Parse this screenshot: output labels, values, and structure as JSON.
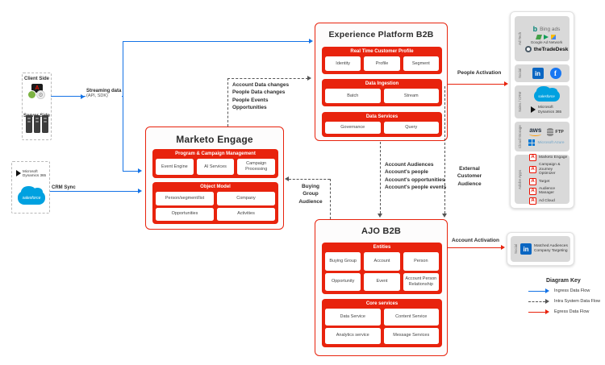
{
  "colors": {
    "red": "#e8230d",
    "blue": "#1473e6",
    "dashed": "#555555",
    "gray_box": "#d9d9d9"
  },
  "left": {
    "client_label": "Client Side",
    "server_label": "Server Side",
    "streaming_label": "Streaming data",
    "streaming_sub": "(API, SDK)",
    "crm_sync_label": "CRM Sync",
    "dynamics_label": "Microsoft Dynamics 365",
    "salesforce_label": "salesforce"
  },
  "marketo": {
    "title": "Marketo Engage",
    "sections": [
      {
        "title": "Program & Campaign Management",
        "chips": [
          "Event Engine",
          "AI Services",
          "Campaign Processing"
        ]
      },
      {
        "title": "Object Model",
        "chips": [
          "Person/segment/list",
          "Company",
          "Opportunities",
          "Activities"
        ]
      }
    ]
  },
  "aep": {
    "title": "Experience Platform B2B",
    "sections": [
      {
        "title": "Real Time Customer Profile",
        "chips": [
          "Identity",
          "Profile",
          "Segment"
        ]
      },
      {
        "title": "Data Ingestion",
        "chips": [
          "Batch",
          "Stream"
        ]
      },
      {
        "title": "Data Services",
        "chips": [
          "Governance",
          "Query"
        ]
      }
    ]
  },
  "ajo": {
    "title": "AJO B2B",
    "sections": [
      {
        "title": "Entities",
        "chips": [
          "Buying Group",
          "Account",
          "Person",
          "Opportunity",
          "Event",
          "Account Person Relationship"
        ]
      },
      {
        "title": "Core services",
        "chips": [
          "Data Service",
          "Content Service",
          "Analytics service",
          "Message Services"
        ]
      }
    ]
  },
  "flows": {
    "marketo_to_aep": [
      "Account Data changes",
      "People Data changes",
      "People Events",
      "Opportunities"
    ],
    "aep_to_ajo": [
      "Account Audiences",
      "Account's people",
      "Account's opportunities",
      "Account's people events"
    ],
    "external_customer": "External Customer Audience",
    "buying_group": "Buying Group Audience",
    "people_activation": "People Activation",
    "account_activation": "Account Activation"
  },
  "sidebar": {
    "groups": [
      {
        "label": "Ad Tech",
        "items": [
          "Bing ads",
          "Google Ad Network",
          "theTradeDesk"
        ]
      },
      {
        "label": "Social",
        "items": [
          "LinkedIn",
          "Facebook"
        ]
      },
      {
        "label": "Sales / CRM",
        "items": [
          "salesforce",
          "Microsoft Dynamics 365"
        ]
      },
      {
        "label": "Cloud Storage",
        "items": [
          "aws",
          "FTP",
          "Microsoft Azure"
        ]
      },
      {
        "label": "Adobe Apps",
        "items": [
          "Marketo Engage",
          "Campaign & Journey Optimizer",
          "Target",
          "Audience Manager",
          "Ad Cloud"
        ]
      }
    ],
    "bing_glyph": "b",
    "linkedin_glyph": "in",
    "facebook_glyph": "f",
    "adobe_glyph": "A",
    "account_box": {
      "label": "Social",
      "line1": "Matched Audiences",
      "line2": "Company Targeting"
    }
  },
  "key": {
    "title": "Diagram Key",
    "entries": [
      {
        "label": "Ingress Data Flow"
      },
      {
        "label": "Intra System Data Flow"
      },
      {
        "label": "Egress Data Flow"
      }
    ]
  }
}
